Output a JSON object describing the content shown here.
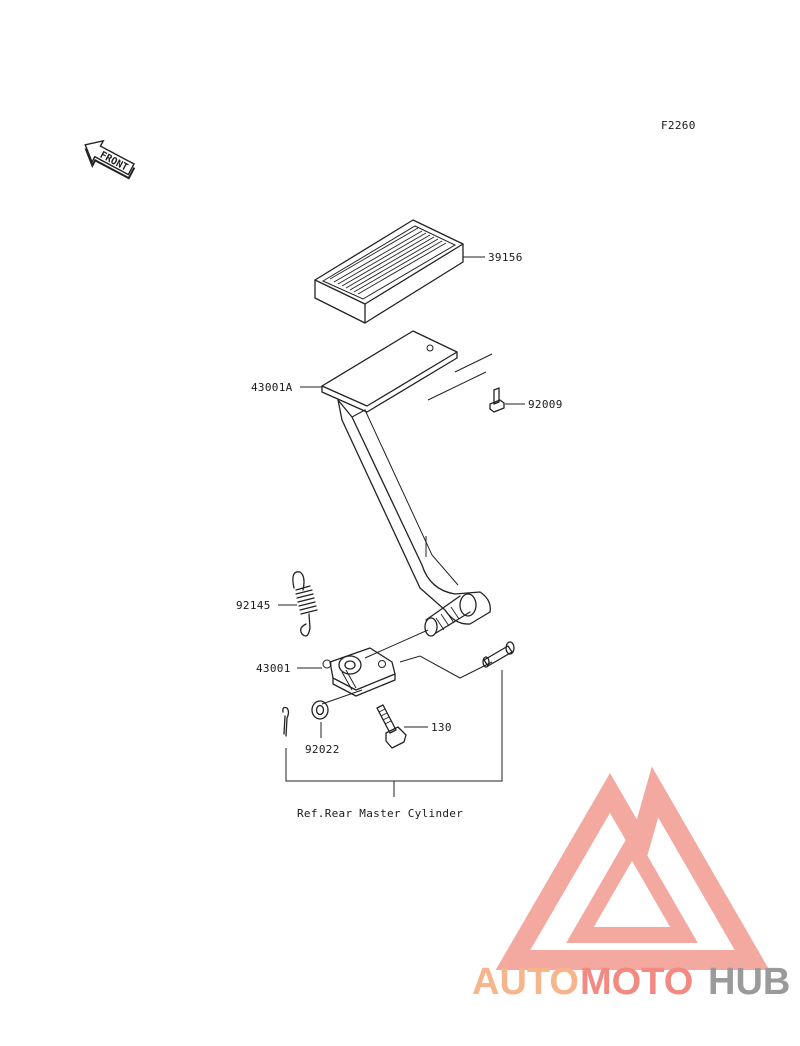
{
  "diagram": {
    "figure_code": "F2260",
    "front_marker": "FRONT",
    "callouts": {
      "pedal_pad": "39156",
      "pedal_arm": "43001A",
      "bolt_top": "92009",
      "spring": "92145",
      "lever": "43001",
      "washer": "92022",
      "bolt_bottom": "130"
    },
    "reference_note": "Ref.Rear Master Cylinder"
  },
  "watermark": {
    "part1": "AUTO",
    "part2": "MOTO",
    "part3": "HUB",
    "colors": {
      "auto": "#f6b58c",
      "moto": "#f28a82",
      "hub": "#9a9a9a",
      "logo": "#f29a90"
    }
  }
}
